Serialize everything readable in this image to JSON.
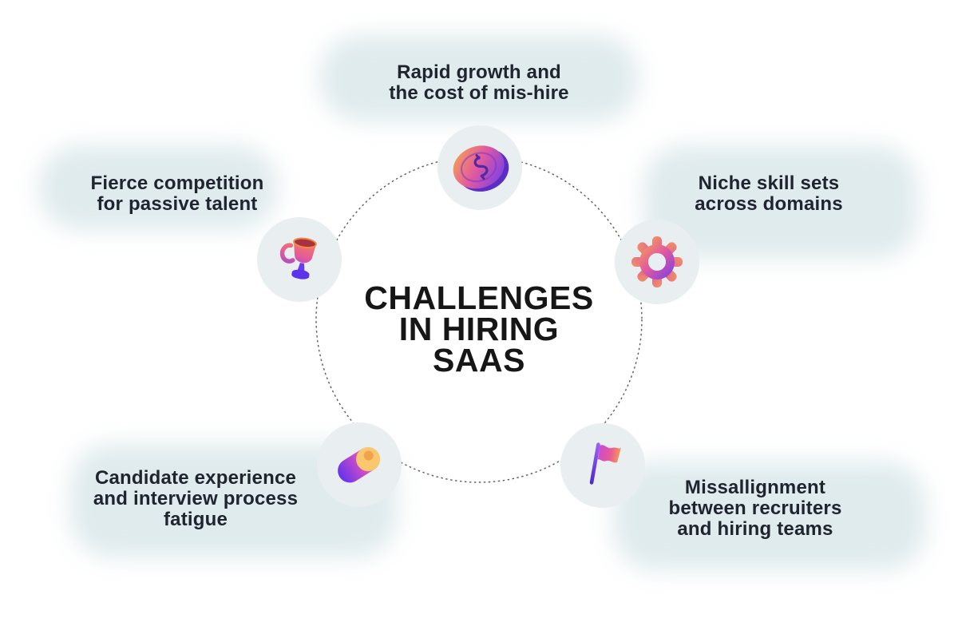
{
  "title": {
    "lines": [
      "CHALLENGES",
      "IN HIRING",
      "SAAS"
    ]
  },
  "nodes": [
    {
      "id": "rapid-growth",
      "icon": "coin-icon",
      "lines": [
        "Rapid growth and",
        "the cost of mis-hire",
        ""
      ]
    },
    {
      "id": "niche-skills",
      "icon": "gear-icon",
      "lines": [
        "Niche skill sets",
        "across domains",
        ""
      ]
    },
    {
      "id": "fierce-competition",
      "icon": "trophy-icon",
      "lines": [
        "Fierce competition",
        "for passive talent",
        ""
      ]
    },
    {
      "id": "candidate-experience",
      "icon": "cylinder-icon",
      "lines": [
        "Candidate experience",
        "and interview process",
        "fatigue"
      ]
    },
    {
      "id": "misalignment",
      "icon": "flag-icon",
      "lines": [
        "Missallignment",
        "between recruiters",
        "and hiring teams"
      ]
    }
  ],
  "colors": {
    "background": "#ffffff",
    "blob": "#e0ebee",
    "icon_badge": "#e9eef1",
    "label_text": "#20242f",
    "title_text": "#161616",
    "orbit_stroke": "#5a5a5a",
    "gradient_orange": "#f6a54f",
    "gradient_pink": "#e25a9e",
    "gradient_purple": "#6b3bf2"
  }
}
